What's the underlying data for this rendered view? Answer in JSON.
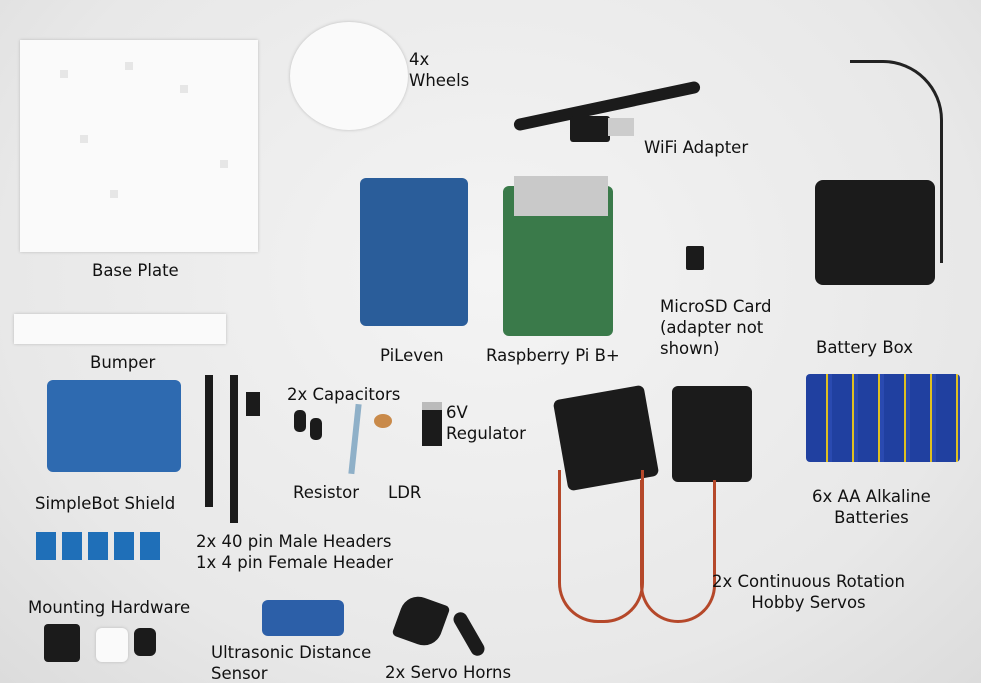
{
  "labels": {
    "wheels": "4x\nWheels",
    "wifi": "WiFi Adapter",
    "base_plate": "Base Plate",
    "microsd": "MicroSD Card\n(adapter not\nshown)",
    "pileven": "PiLeven",
    "raspberry_pi": "Raspberry Pi B+",
    "battery_box": "Battery Box",
    "bumper": "Bumper",
    "capacitors": "2x Capacitors",
    "regulator": "6V\nRegulator",
    "resistor": "Resistor",
    "ldr": "LDR",
    "simplebot_shield": "SimpleBot Shield",
    "batteries": "6x AA Alkaline\nBatteries",
    "headers": "2x 40 pin Male Headers\n1x 4 pin Female Header",
    "servos": "2x Continuous Rotation\nHobby Servos",
    "mounting": "Mounting Hardware",
    "ultrasonic": "Ultrasonic Distance\nSensor",
    "servo_horns": "2x Servo Horns"
  }
}
